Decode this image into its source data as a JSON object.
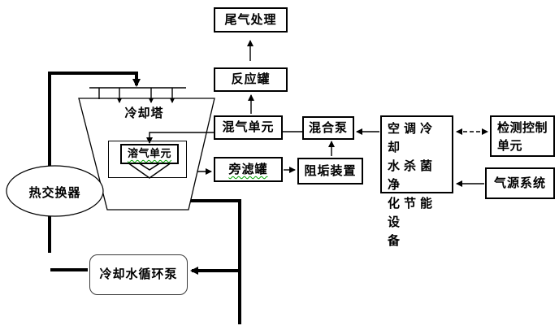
{
  "nodes": {
    "tail_gas": "尾气处理",
    "reaction_tank": "反应罐",
    "gas_mixing_unit": "混气单元",
    "mixing_pump": "混合泵",
    "side_filter_tank": "旁滤罐",
    "antiscaling_device": "阻垢装置",
    "main_equipment": {
      "full": "空调冷却水杀菌净化节能设备",
      "lines": [
        "空调冷却",
        "水杀菌净",
        "化节能设",
        "备"
      ]
    },
    "detection_control": {
      "full": "检测控制单元",
      "lines": [
        "检测控制",
        "单元"
      ]
    },
    "gas_source": "气源系统",
    "cooling_tower": "冷却塔",
    "gas_dissolving_unit": "溶气单元",
    "heat_exchanger": "热交换器",
    "circulating_pump": "冷却水循环泵"
  },
  "colors": {
    "line": "#000000",
    "spellcheck_underline": "#00a000",
    "background": "#ffffff"
  }
}
